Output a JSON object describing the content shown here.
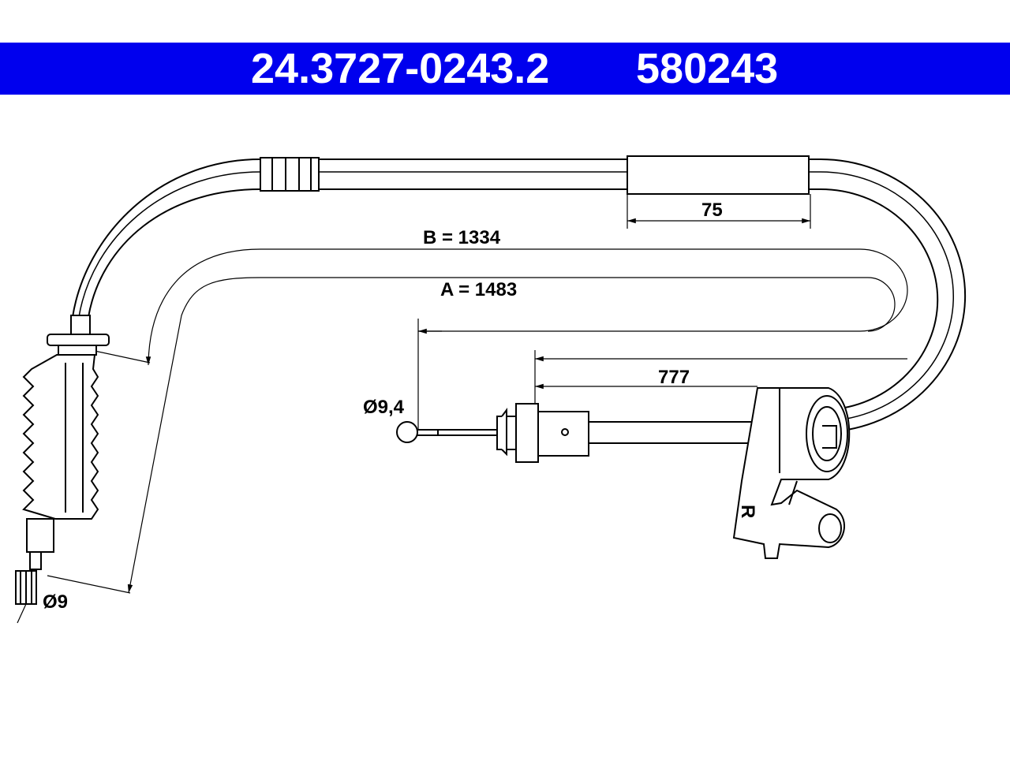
{
  "header": {
    "part_number": "24.3727-0243.2",
    "reference_number": "580243",
    "background_color": "#0000ee",
    "text_color": "#ffffff"
  },
  "dimensions": {
    "sleeve_length": "75",
    "length_b": "B = 1334",
    "length_a": "A = 1483",
    "length_777": "777",
    "diameter_nipple_right": "Ø9,4",
    "diameter_nipple_left": "Ø9",
    "side_marker": "R"
  }
}
